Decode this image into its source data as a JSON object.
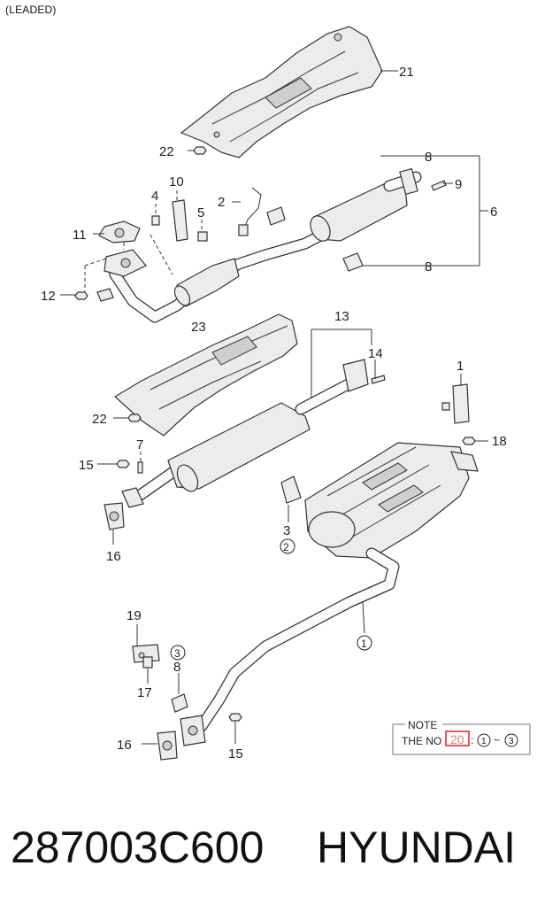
{
  "header": {
    "note": "(LEADED)"
  },
  "callouts": {
    "c21": "21",
    "c22a": "22",
    "c10": "10",
    "c4": "4",
    "c2": "2",
    "c5": "5",
    "c11": "11",
    "c12": "12",
    "c8a": "8",
    "c9": "9",
    "c6": "6",
    "c8b": "8",
    "c13": "13",
    "c23": "23",
    "c14": "14",
    "c1": "1",
    "c22b": "22",
    "c18": "18",
    "c7": "7",
    "c15a": "15",
    "c16a": "16",
    "c3": "3",
    "c3circ": "2",
    "c1circ": "1",
    "c19": "19",
    "c3b": "3",
    "c8c": "8",
    "c17": "17",
    "c16b": "16",
    "c15b": "15"
  },
  "note": {
    "title": "NOTE",
    "prefix": "THE NO",
    "number": "20",
    "colon": ":",
    "from": "1",
    "tilde": "~",
    "to": "3"
  },
  "footer": {
    "part_number": "287003C600",
    "brand": "HYUNDAI"
  }
}
